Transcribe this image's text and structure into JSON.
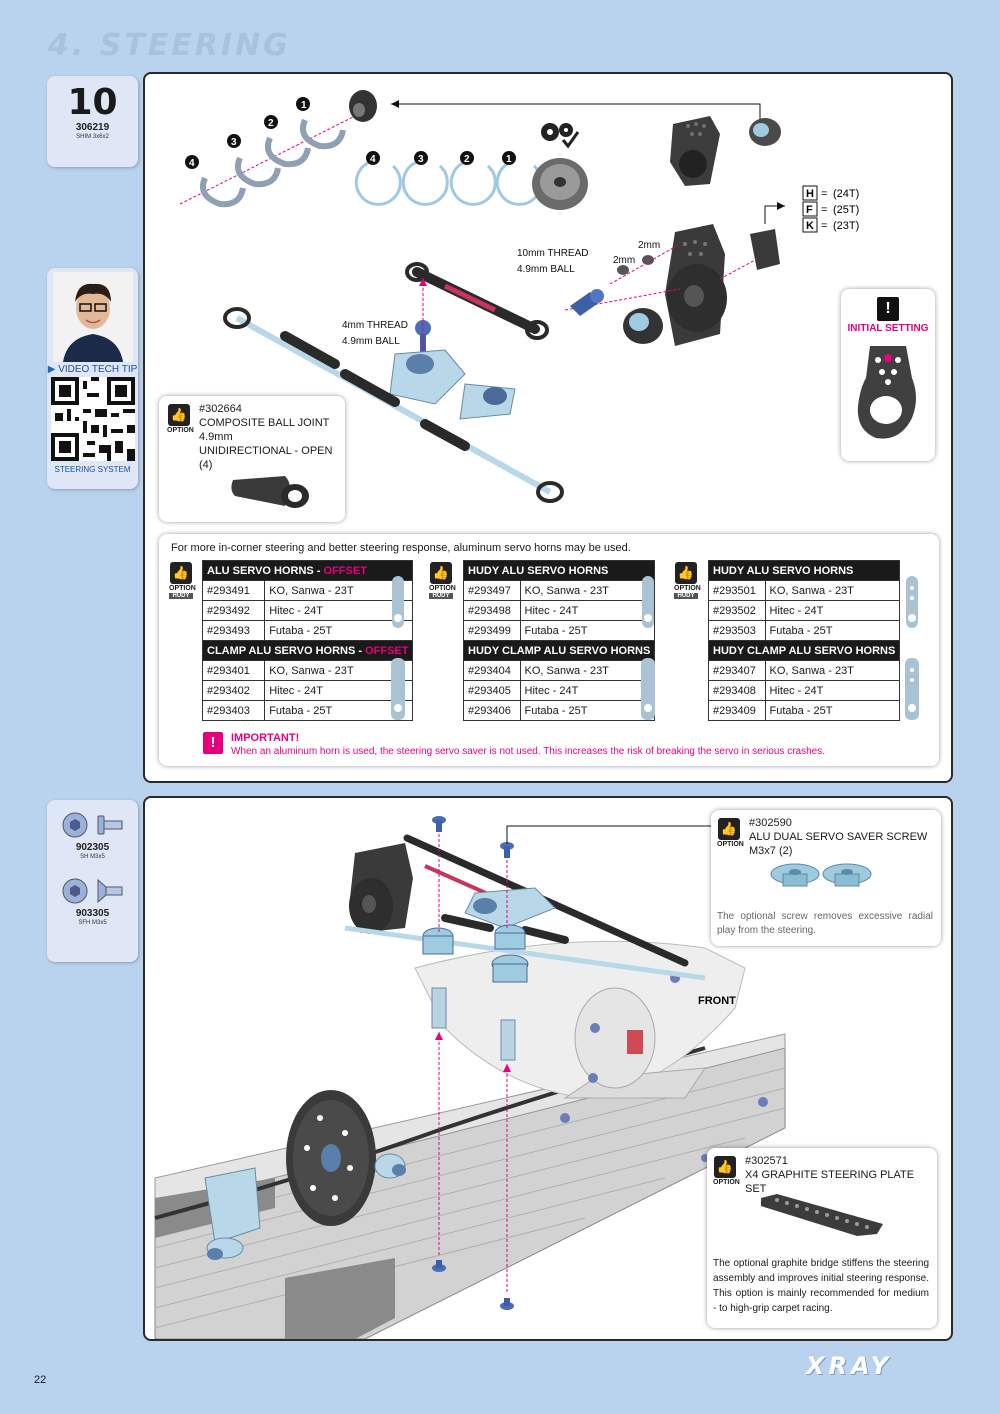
{
  "header": {
    "title": "4. STEERING"
  },
  "step": {
    "number": "10",
    "shim_code": "306219",
    "shim_desc": "SHIM 3x6x2"
  },
  "video": {
    "label": "VIDEO TECH TIP",
    "topic": "STEERING SYSTEM"
  },
  "screws": [
    {
      "code": "902305",
      "desc": "SH M3x5"
    },
    {
      "code": "903305",
      "desc": "SFH M3x5"
    }
  ],
  "diagram": {
    "shim_order": [
      "4",
      "3",
      "2",
      "1"
    ],
    "thread_10": "10mm THREAD",
    "ball_10": "4.9mm BALL",
    "thread_4": "4mm THREAD",
    "ball_4": "4.9mm BALL",
    "mm_a": "2mm",
    "mm_b": "2mm",
    "servo_codes": [
      {
        "letter": "H",
        "eq": "=",
        "teeth": "(24T)"
      },
      {
        "letter": "F",
        "eq": "=",
        "teeth": "(25T)"
      },
      {
        "letter": "K",
        "eq": "=",
        "teeth": "(23T)"
      }
    ],
    "front_label": "FRONT"
  },
  "initial_setting": {
    "label": "INITIAL SETTING",
    "icon": "!"
  },
  "option_label": "OPTION",
  "hudy_label": "HUDY",
  "opt_balljoint": {
    "part": "#302664",
    "line1": "COMPOSITE BALL JOINT 4.9mm",
    "line2": "UNIDIRECTIONAL - OPEN  (4)"
  },
  "horns": {
    "intro": "For more in-corner steering and better steering response, aluminum servo horns may be used.",
    "tables": [
      {
        "head1": "ALU SERVO HORNS - ",
        "head1_accent": "OFFSET",
        "rows1": [
          [
            "#293491",
            "KO, Sanwa - 23T"
          ],
          [
            "#293492",
            "Hitec - 24T"
          ],
          [
            "#293493",
            "Futaba - 25T"
          ]
        ],
        "head2": "CLAMP ALU SERVO HORNS - ",
        "head2_accent": "OFFSET",
        "rows2": [
          [
            "#293401",
            "KO, Sanwa - 23T"
          ],
          [
            "#293402",
            "Hitec - 24T"
          ],
          [
            "#293403",
            "Futaba - 25T"
          ]
        ]
      },
      {
        "head1": "HUDY ALU SERVO HORNS",
        "head1_accent": "",
        "rows1": [
          [
            "#293497",
            "KO, Sanwa - 23T"
          ],
          [
            "#293498",
            "Hitec - 24T"
          ],
          [
            "#293499",
            "Futaba - 25T"
          ]
        ],
        "head2": "HUDY CLAMP ALU SERVO HORNS",
        "head2_accent": "",
        "rows2": [
          [
            "#293404",
            "KO, Sanwa - 23T"
          ],
          [
            "#293405",
            "Hitec - 24T"
          ],
          [
            "#293406",
            "Futaba - 25T"
          ]
        ]
      },
      {
        "head1": "HUDY ALU SERVO HORNS",
        "head1_accent": "",
        "rows1": [
          [
            "#293501",
            "KO, Sanwa - 23T"
          ],
          [
            "#293502",
            "Hitec - 24T"
          ],
          [
            "#293503",
            "Futaba - 25T"
          ]
        ],
        "head2": "HUDY CLAMP ALU SERVO HORNS",
        "head2_accent": "",
        "rows2": [
          [
            "#293407",
            "KO, Sanwa - 23T"
          ],
          [
            "#293408",
            "Hitec - 24T"
          ],
          [
            "#293409",
            "Futaba - 25T"
          ]
        ]
      }
    ],
    "important_title": "IMPORTANT!",
    "important_text": "When an aluminum horn is used, the steering servo saver is not used. This increases the risk of breaking the servo in serious crashes."
  },
  "opt_screw": {
    "part": "#302590",
    "title": "ALU DUAL SERVO SAVER SCREW M3x7 (2)",
    "note": "The optional screw removes excessive radial play from the steering."
  },
  "opt_plate": {
    "part": "#302571",
    "title": "X4 GRAPHITE STEERING PLATE SET",
    "note": "The optional graphite bridge stiffens the steering assembly and improves initial steering response. This option is mainly recommended for medium - to high-grip carpet racing."
  },
  "footer": {
    "page": "22",
    "brand": "XRAY"
  },
  "colors": {
    "accent": "#e6007e",
    "part_blue": "#9fcbe0",
    "part_dark": "#3a3a3a",
    "bg": "#b9d2ee"
  }
}
